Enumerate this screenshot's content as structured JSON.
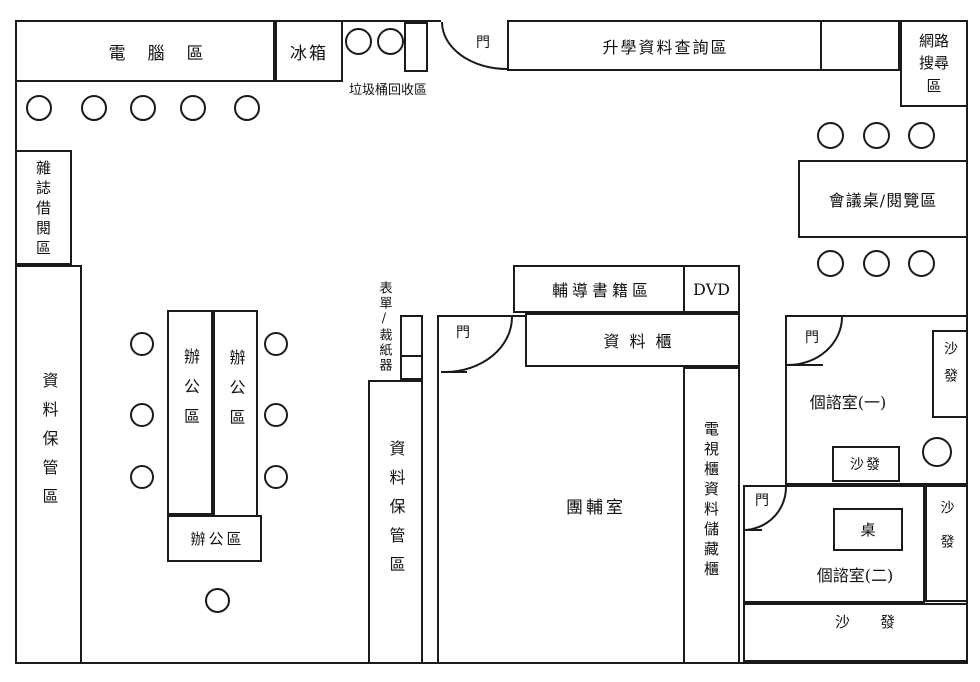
{
  "document": {
    "type": "floor-plan",
    "language": "zh-TW"
  },
  "colors": {
    "line": "#1a1a1a",
    "background": "#ffffff"
  },
  "labels": {
    "computer_area": "電腦區",
    "fridge": "冰箱",
    "trash_recycling": "垃圾桶回收區",
    "door": "門",
    "college_info": "升學資料查詢區",
    "internet_search": "網路搜尋區",
    "magazine_reading": "雜誌借閱區",
    "data_storage": "資料保管區",
    "meeting_reading": "會議桌/閱覽區",
    "office_area": "辦公區",
    "forms_cutter": "表單/裁紙器",
    "counseling_books": "輔導書籍區",
    "dvd": "DVD",
    "data_cabinet": "資料櫃",
    "group_room": "團輔室",
    "tv_storage": "電視櫃資料儲藏櫃",
    "counseling_room_1": "個諮室(一)",
    "counseling_room_2": "個諮室(二)",
    "sofa": "沙發",
    "table": "桌"
  }
}
